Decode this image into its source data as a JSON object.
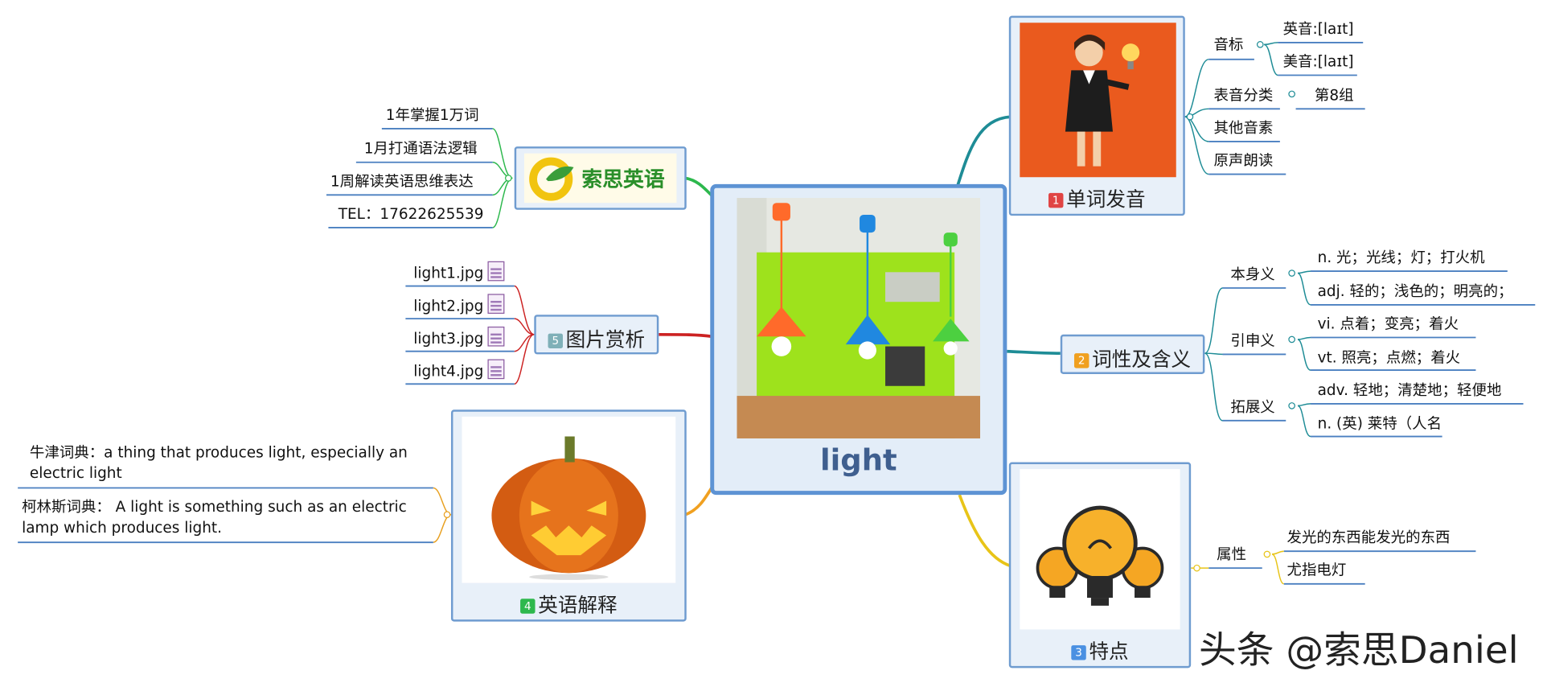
{
  "central": {
    "title": "light"
  },
  "branches": {
    "pronunciation": {
      "num": "1",
      "label": "单词发音",
      "color": "#e04444",
      "items": [
        {
          "label": "音标",
          "children": [
            "英音:[laɪt]",
            "美音:[laɪt]"
          ]
        },
        {
          "label": "表音分类",
          "children": [
            "第8组"
          ]
        },
        {
          "label": "其他音素",
          "children": []
        },
        {
          "label": "原声朗读",
          "children": []
        }
      ]
    },
    "meanings": {
      "num": "2",
      "label": "词性及含义",
      "color": "#f0a020",
      "items": [
        {
          "label": "本身义",
          "children": [
            "n. 光；光线；灯；打火机",
            "adj. 轻的；浅色的；明亮的；"
          ]
        },
        {
          "label": "引申义",
          "children": [
            "vi. 点着；变亮；着火",
            "vt. 照亮；点燃；着火"
          ]
        },
        {
          "label": "拓展义",
          "children": [
            "adv. 轻地；清楚地；轻便地",
            "n. (英) 莱特（人名"
          ]
        }
      ]
    },
    "features": {
      "num": "3",
      "label": "特点",
      "color": "#4a90e2",
      "items": [
        {
          "label": "属性",
          "children": [
            "发光的东西能发光的东西",
            "尤指电灯"
          ]
        }
      ]
    },
    "english": {
      "num": "4",
      "label": "英语解释",
      "color": "#2db84d",
      "items": [
        "牛津词典：a thing that produces light, especially an electric light",
        "柯林斯词典： A light is something such as an electric lamp which produces light."
      ]
    },
    "pictures": {
      "num": "5",
      "label": "图片赏析",
      "color": "#7fb0b8",
      "items": [
        "light1.jpg",
        "light2.jpg",
        "light3.jpg",
        "light4.jpg"
      ]
    },
    "brand": {
      "label": "索思英语",
      "items": [
        "1年掌握1万词",
        "1月打通语法逻辑",
        "1周解读英语思维表达",
        "TEL：17622625539"
      ]
    }
  },
  "watermark": "头条 @索思Daniel"
}
